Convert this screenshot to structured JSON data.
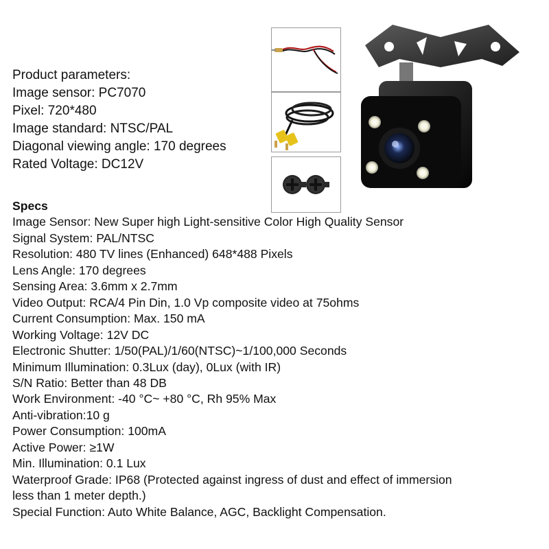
{
  "product_parameters": {
    "title": "Product parameters:",
    "lines": [
      "Image sensor: PC7070",
      "Pixel: 720*480",
      "Image standard: NTSC/PAL",
      "Diagonal viewing angle: 170 degrees",
      "Rated Voltage: DC12V"
    ]
  },
  "specs": {
    "title": "Specs",
    "lines": [
      "Image Sensor: New Super high Light-sensitive Color High Quality Sensor",
      "Signal System: PAL/NTSC",
      "Resolution: 480 TV lines (Enhanced) 648*488 Pixels",
      "Lens Angle: 170 degrees",
      "Sensing Area: 3.6mm x 2.7mm",
      "Video Output: RCA/4 Pin Din, 1.0 Vp composite video at 75ohms",
      "Current Consumption: Max. 150 mA",
      "Working Voltage: 12V DC",
      "Electronic Shutter: 1/50(PAL)/1/60(NTSC)~1/100,000 Seconds",
      "Minimum Illumination: 0.3Lux (day), 0Lux (with IR)",
      "S/N Ratio: Better than 48 DB",
      "Work Environment: -40 °C~ +80 °C, Rh 95% Max",
      "Anti-vibration:10 g",
      "Power Consumption: 100mA",
      "Active Power: ≥1W",
      "Min. Illumination: 0.1 Lux",
      "Waterproof Grade: IP68 (Protected against ingress of dust and effect of immersion",
      "less than 1 meter depth.)",
      "Special Function: Auto White Balance, AGC, Backlight Compensation."
    ]
  },
  "images": {
    "thumbnails": [
      "power-cable",
      "rca-video-cable",
      "mounting-screws"
    ],
    "main": "backup-camera"
  }
}
